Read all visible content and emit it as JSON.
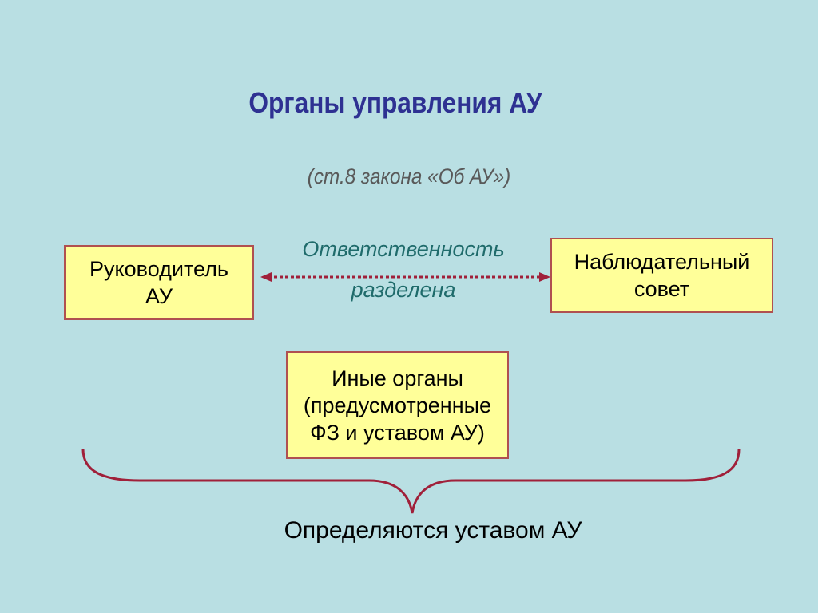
{
  "title": "Органы управления АУ",
  "subtitle": "(ст.8 закона «Об АУ»)",
  "boxes": {
    "head": {
      "line1": "Руководитель",
      "line2": "АУ"
    },
    "board": {
      "line1": "Наблюдательный",
      "line2": "совет"
    },
    "other": {
      "line1": "Иные органы",
      "line2": "(предусмотренные",
      "line3": "ФЗ и уставом АУ)"
    }
  },
  "responsibility": {
    "line1": "Ответственность",
    "line2": "разделена"
  },
  "footer": "Определяются уставом АУ",
  "colors": {
    "background": "#b9dfe3",
    "title": "#2e3192",
    "box_fill": "#ffff99",
    "box_border": "#b05050",
    "arrow": "#a0203a",
    "brace": "#a0203a",
    "responsibility_text": "#1f6b6b"
  }
}
